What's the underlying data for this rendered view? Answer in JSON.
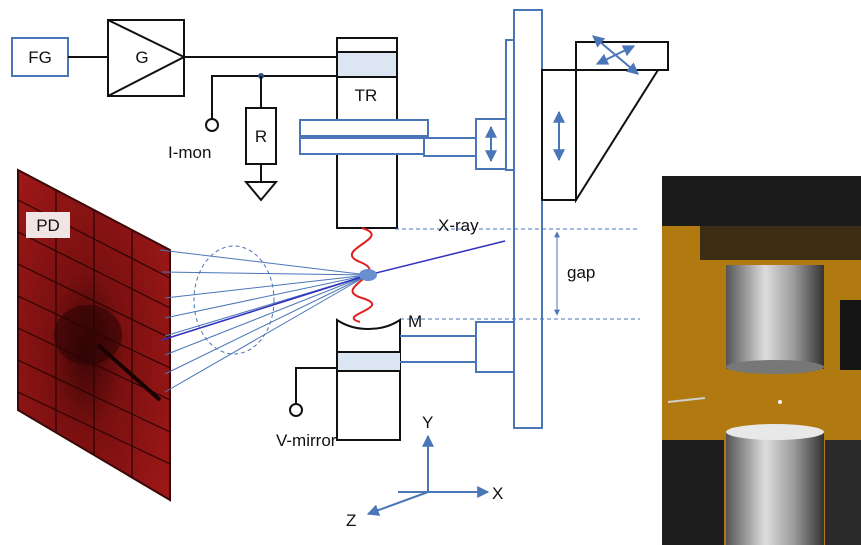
{
  "labels": {
    "fg": "FG",
    "g": "G",
    "tr": "TR",
    "i_mon": "I-mon",
    "r": "R",
    "pd": "PD",
    "xray": "X-ray",
    "gap": "gap",
    "m": "M",
    "v_mirror": "V-mirror",
    "axis_y": "Y",
    "axis_x": "X",
    "axis_z": "Z"
  },
  "colors": {
    "line": "#111111",
    "blue": "#4a76b8",
    "beam": "#3030c0",
    "wave": "#e02020",
    "detector": "#8a1616",
    "photo_bg": "#b07a10"
  }
}
